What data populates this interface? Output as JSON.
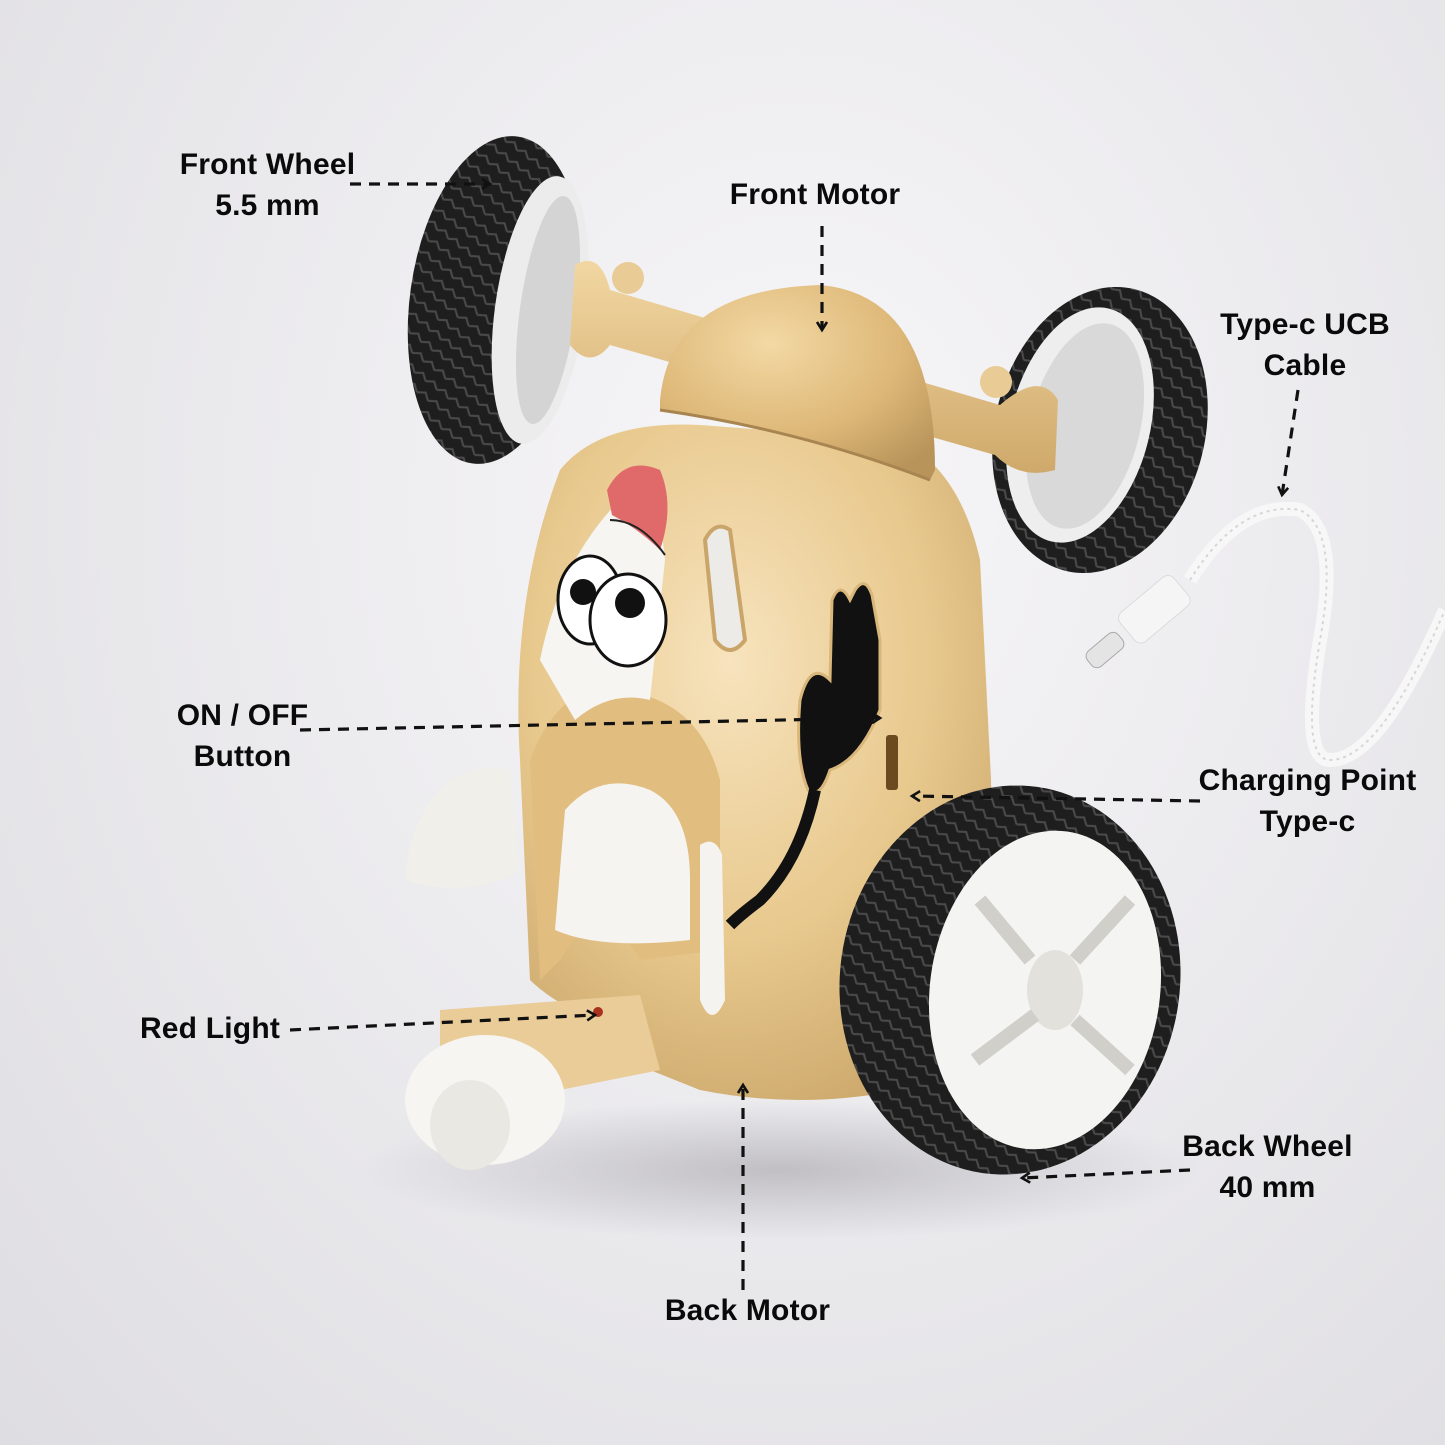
{
  "image": {
    "subject": "Stunt RC car toy, beige/gold body with cartoon face, black treaded wheels, white Type-C cable",
    "background_color": "#ecebee",
    "body_color": "#e8c98e",
    "tire_color": "#1c1c1c",
    "hub_color": "#f4f4f2",
    "arrow_color": "#111111"
  },
  "annotations": [
    {
      "id": "front-wheel",
      "lines": [
        "Front Wheel",
        "5.5 mm"
      ]
    },
    {
      "id": "front-motor",
      "lines": [
        "Front Motor"
      ]
    },
    {
      "id": "type-c-cable",
      "lines": [
        "Type-c UCB",
        "Cable"
      ]
    },
    {
      "id": "on-off-button",
      "lines": [
        "ON / OFF",
        "Button"
      ]
    },
    {
      "id": "charging-point",
      "lines": [
        "Charging Point",
        "Type-c"
      ]
    },
    {
      "id": "red-light",
      "lines": [
        "Red Light"
      ]
    },
    {
      "id": "back-wheel",
      "lines": [
        "Back Wheel",
        "40 mm"
      ]
    },
    {
      "id": "back-motor",
      "lines": [
        "Back Motor"
      ]
    }
  ]
}
